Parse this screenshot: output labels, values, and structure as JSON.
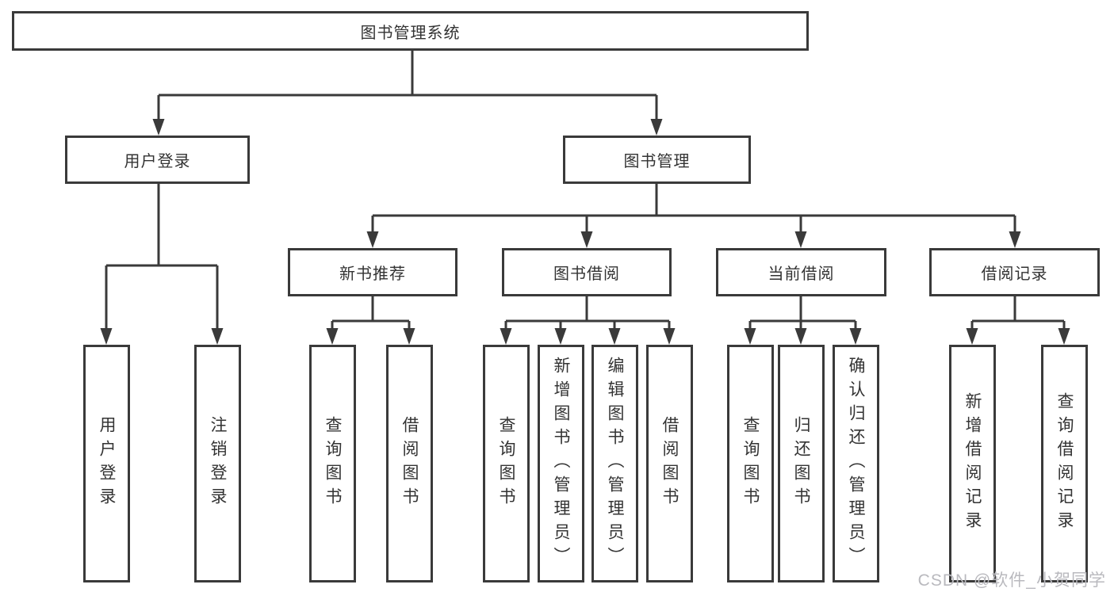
{
  "diagram": {
    "root": {
      "label": "图书管理系统"
    },
    "children": [
      {
        "label": "用户登录",
        "children": [
          {
            "label": "用户登录"
          },
          {
            "label": "注销登录"
          }
        ]
      },
      {
        "label": "图书管理",
        "children": [
          {
            "label": "新书推荐",
            "children": [
              {
                "label": "查询图书"
              },
              {
                "label": "借阅图书"
              }
            ]
          },
          {
            "label": "图书借阅",
            "children": [
              {
                "label": "查询图书"
              },
              {
                "label": "新增图书（管理员）"
              },
              {
                "label": "编辑图书（管理员）"
              },
              {
                "label": "借阅图书"
              }
            ]
          },
          {
            "label": "当前借阅",
            "children": [
              {
                "label": "查询图书"
              },
              {
                "label": "归还图书"
              },
              {
                "label": "确认归还（管理员）"
              }
            ]
          },
          {
            "label": "借阅记录",
            "children": [
              {
                "label": "新增借阅记录"
              },
              {
                "label": "查询借阅记录"
              }
            ]
          }
        ]
      }
    ]
  },
  "watermark": {
    "text": "CSDN @软件_小贺同学"
  },
  "colors": {
    "line": "#3a3a3a",
    "text": "#333333",
    "watermark": "#b9b9be",
    "background": "#ffffff"
  }
}
